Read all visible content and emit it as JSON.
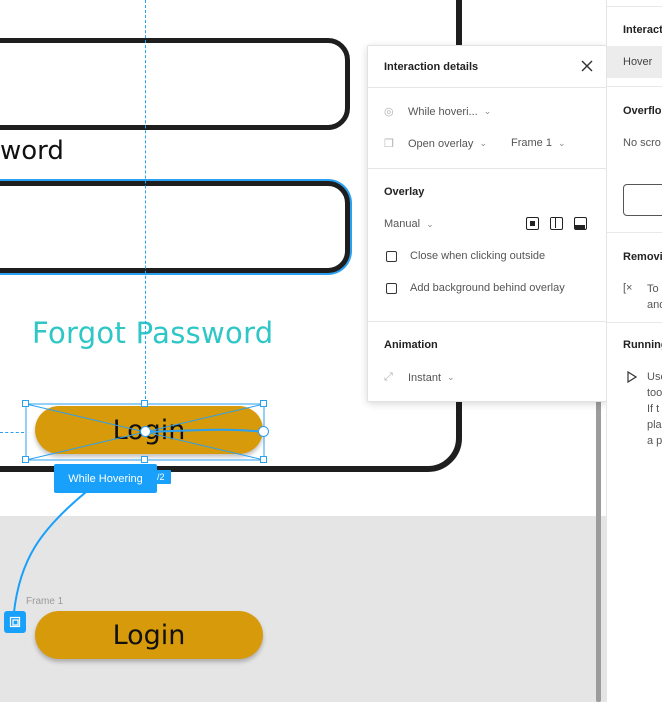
{
  "canvas": {
    "label_partial": "word",
    "forgot_link": "Forgot Password",
    "login_label": "Login",
    "hover_tag": "While Hovering",
    "hover_tag_tail": "/2",
    "frame_label": "Frame 1",
    "frame_login_label": "Login"
  },
  "panel": {
    "title": "Interaction details",
    "trigger": "While hoveri...",
    "action": "Open overlay",
    "destination": "Frame 1",
    "overlay_heading": "Overlay",
    "position": "Manual",
    "close_outside": "Close when clicking outside",
    "add_background": "Add background behind overlay",
    "animation_heading": "Animation",
    "animation_value": "Instant"
  },
  "sidebar": {
    "interactions_heading": "Interact",
    "hover_item": "Hover",
    "overflow_heading": "Overflo",
    "overflow_value": "No scro",
    "removing_heading": "Removi",
    "removing_line1": "To",
    "removing_line2": "and",
    "running_heading": "Running",
    "running_lines": [
      "Use",
      "too",
      "If t",
      "pla",
      "a p"
    ]
  },
  "colors": {
    "accent": "#18a0fb",
    "login_button": "#d79a0b",
    "forgot_link": "#2ec6c6"
  }
}
